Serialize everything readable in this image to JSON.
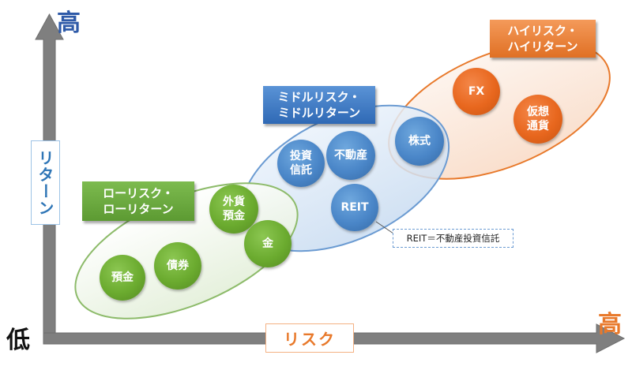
{
  "axes": {
    "y_high": "高",
    "x_high": "高",
    "origin_low": "低",
    "y_label": "リターン",
    "x_label": "リスク"
  },
  "groups": {
    "low": {
      "label": "ローリスク・\nローリターン",
      "color": "#6aa84f"
    },
    "middle": {
      "label": "ミドルリスク・\nミドルリターン",
      "color": "#3d7cc9"
    },
    "high": {
      "label": "ハイリスク・\nハイリターン",
      "color": "#e8792b"
    }
  },
  "assets": {
    "deposit": "預金",
    "bond": "債券",
    "foreign_currency_deposit": "外貨\n預金",
    "gold": "金",
    "investment_trust": "投資\n信託",
    "real_estate": "不動産",
    "reit": "REIT",
    "stock": "株式",
    "fx": "FX",
    "crypto": "仮想\n通貨"
  },
  "note": "REIT＝不動産投資信託",
  "colors": {
    "axis": "#7f7f7f",
    "y_high_text": "#2e5aa8",
    "x_high_text": "#e8792b",
    "y_label_text": "#2e75b6",
    "x_label_text": "#e8792b"
  }
}
